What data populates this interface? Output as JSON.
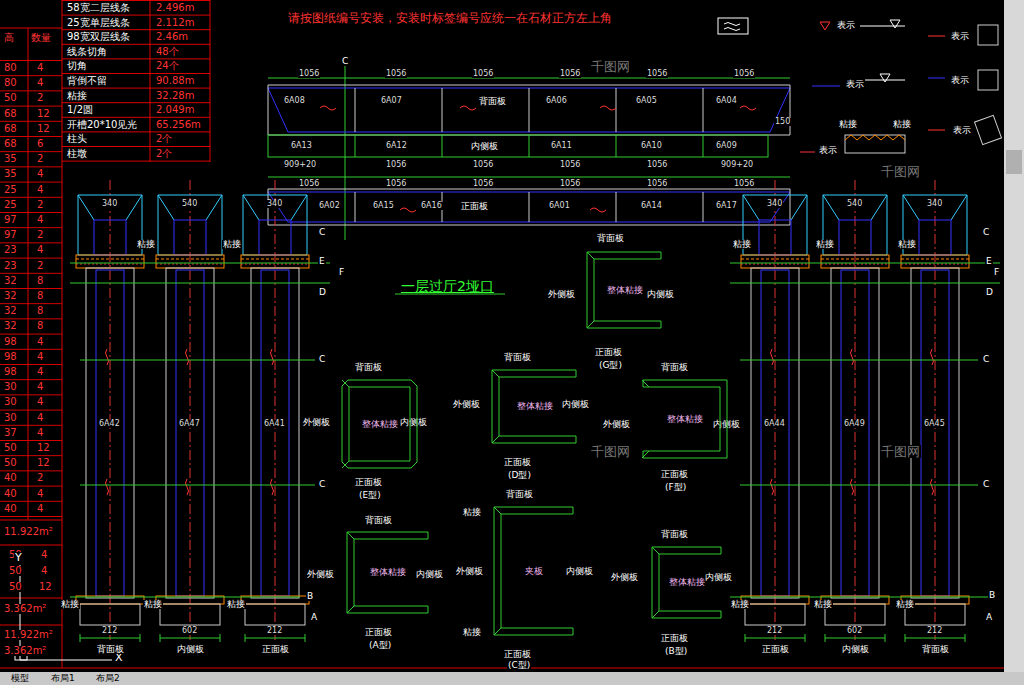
{
  "diagram": {
    "title": "一层过厅2垭口",
    "nodes": [
      {
        "text": [
          "整体粘接"
        ]
      },
      {
        "text": [
          "整体粘接"
        ]
      },
      {
        "text": [
          "整体粘接"
        ]
      },
      {
        "text": [
          "整体粘接"
        ]
      },
      {
        "text": [
          "整体粘接"
        ]
      },
      {
        "text": [
          "夹板"
        ]
      },
      {
        "text": [
          "整体粘接"
        ]
      }
    ],
    "labels": [
      "高",
      "数量",
      "58宽二层线条",
      "2.496m",
      "25宽单层线条",
      "2.112m",
      "98宽双层线条",
      "2.46m",
      "线条切角",
      "48个",
      "切角",
      "24个",
      "背倒不留",
      "90.88m",
      "粘接",
      "32.28m",
      "1/2圆",
      "2.049m",
      "开槽20*10见光",
      "65.256m",
      "柱头",
      "2个",
      "柱墩",
      "2个",
      "80",
      "4",
      "80",
      "4",
      "50",
      "2",
      "68",
      "12",
      "68",
      "12",
      "68",
      "6",
      "35",
      "2",
      "35",
      "4",
      "25",
      "4",
      "25",
      "2",
      "97",
      "4",
      "97",
      "2",
      "23",
      "4",
      "23",
      "2",
      "32",
      "8",
      "32",
      "8",
      "32",
      "8",
      "32",
      "8",
      "98",
      "4",
      "98",
      "4",
      "98",
      "4",
      "30",
      "4",
      "30",
      "4",
      "30",
      "4",
      "37",
      "4",
      "50",
      "12",
      "50",
      "12",
      "40",
      "2",
      "40",
      "4",
      "40",
      "4",
      "11.922m²",
      "50",
      "4",
      "50",
      "4",
      "50",
      "12",
      "3.362m²",
      "11.922m²",
      "3.362m²",
      "Y",
      "X",
      "请按图纸编号安装，安装时标签编号应统一在石材正方左上角",
      "1056",
      "1056",
      "1056",
      "1056",
      "1056",
      "1056",
      "6A08",
      "6A07",
      "背面板",
      "6A06",
      "6A05",
      "6A04",
      "150",
      "6A13",
      "6A12",
      "内侧板",
      "6A11",
      "6A10",
      "6A09",
      "909+20",
      "1056",
      "1056",
      "1056",
      "1056",
      "909+20",
      "1056",
      "1056",
      "1056",
      "1056",
      "1056",
      "1056",
      "6A02",
      "6A15",
      "6A16",
      "正面板",
      "6A01",
      "6A14",
      "6A17",
      "C",
      "340",
      "6A42",
      "212",
      "背面板",
      "540",
      "6A47",
      "602",
      "内侧板",
      "340",
      "6A41",
      "212",
      "正面板",
      "340",
      "6A44",
      "212",
      "正面板",
      "540",
      "6A49",
      "602",
      "内侧板",
      "340",
      "6A45",
      "212",
      "背面板",
      "粘接",
      "粘接",
      "粘接",
      "粘接",
      "粘接",
      "粘接",
      "粘接",
      "粘接",
      "粘接",
      "粘接",
      "粘接",
      "C",
      "E",
      "F",
      "D",
      "C",
      "C",
      "B",
      "A",
      "C",
      "E",
      "F",
      "D",
      "C",
      "C",
      "B",
      "A",
      "背面板",
      "外侧板",
      "内侧板",
      "正面板",
      "(G型)",
      "背面板",
      "外侧板",
      "内侧板",
      "正面板",
      "(E型)",
      "背面板",
      "外侧板",
      "内侧板",
      "正面板",
      "(D型)",
      "背面板",
      "外侧板",
      "内侧板",
      "正面板",
      "(F型)",
      "背面板",
      "外侧板",
      "内侧板",
      "正面板",
      "(A型)",
      "背面板",
      "外侧板",
      "内侧板",
      "正面板",
      "(C型)",
      "粘接",
      "粘接",
      "背面板",
      "外侧板",
      "内侧板",
      "正面板",
      "(B型)",
      "粘接",
      "粘接",
      "模型",
      "布局1",
      "布局2",
      "千图网",
      "千图网",
      "千图网",
      "千图网"
    ],
    "legend": [
      {
        "text": "表示"
      },
      {
        "text": "表示"
      },
      {
        "text": "表示"
      },
      {
        "text": "表示"
      },
      {
        "text": "表示"
      },
      {
        "text": "表示"
      }
    ]
  }
}
